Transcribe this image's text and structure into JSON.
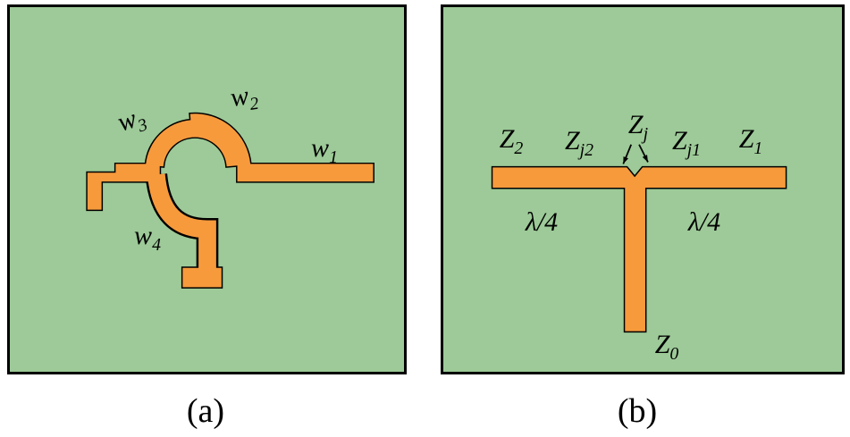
{
  "colors": {
    "substrate": "#9dca98",
    "copper": "#f79a3c",
    "outline": "#000000"
  },
  "panel_a": {
    "caption": "(a)",
    "labels": {
      "w1": {
        "base": "w",
        "sub": "1"
      },
      "w2": {
        "base": "w",
        "sub": "2"
      },
      "w3": {
        "base": "w",
        "sub": "3"
      },
      "w4": {
        "base": "w",
        "sub": "4"
      }
    }
  },
  "panel_b": {
    "caption": "(b)",
    "labels": {
      "z2": {
        "base": "Z",
        "sub": "2"
      },
      "zj2": {
        "base": "Z",
        "sub": "j2"
      },
      "zj": {
        "base": "Z",
        "sub": "j"
      },
      "zj1": {
        "base": "Z",
        "sub": "j1"
      },
      "z1": {
        "base": "Z",
        "sub": "1"
      },
      "z0": {
        "base": "Z",
        "sub": "0"
      },
      "lambda_left": "λ/4",
      "lambda_right": "λ/4"
    }
  }
}
